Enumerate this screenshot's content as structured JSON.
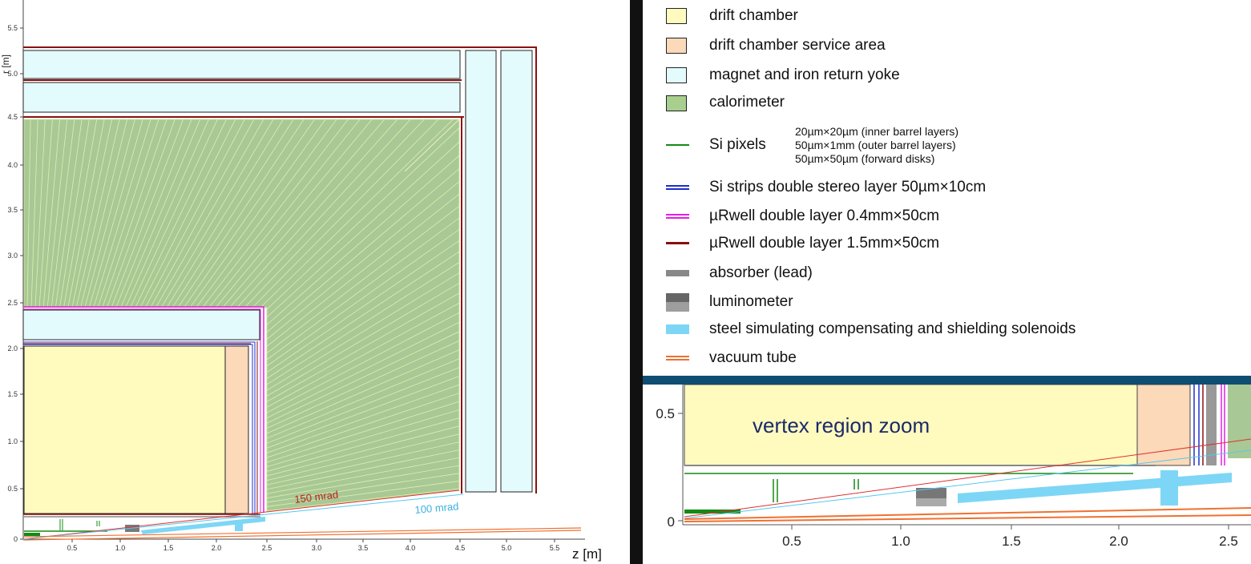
{
  "main_diagram": {
    "y_axis_label": "r [m]",
    "x_axis_label": "z [m]",
    "y_ticks": [
      "5.5",
      "5.0",
      "4.5",
      "4.0",
      "3.5",
      "3.0",
      "2.5",
      "2.0",
      "1.5",
      "1.0",
      "0.5",
      "0"
    ],
    "x_ticks": [
      "0.5",
      "1.0",
      "1.5",
      "2.0",
      "2.5",
      "3.0",
      "3.5",
      "4.0",
      "4.5",
      "5.0",
      "5.5"
    ],
    "annotation_150": "150 mrad",
    "annotation_100": "100 mrad"
  },
  "legend": {
    "items": [
      {
        "label": "drift chamber",
        "swatch": "box",
        "color": "#fffbbf"
      },
      {
        "label": "drift chamber service area",
        "swatch": "box",
        "color": "#fbd9b9"
      },
      {
        "label": "magnet and iron return yoke",
        "swatch": "box",
        "color": "#e4fbfd"
      },
      {
        "label": "calorimeter",
        "swatch": "box",
        "color": "#a8cf8e"
      },
      {
        "label": "Si pixels",
        "swatch": "line",
        "color": "#138a13"
      },
      {
        "label": "Si strips double stereo layer 50µm×10cm",
        "swatch": "doubleline",
        "color": "#1f2ecc"
      },
      {
        "label": "µRwell double layer 0.4mm×50cm",
        "swatch": "doubleline",
        "color": "#e61ee6"
      },
      {
        "label": "µRwell double layer 1.5mm×50cm",
        "swatch": "thickline",
        "color": "#8a0e0e"
      },
      {
        "label": "absorber  (lead)",
        "swatch": "grey",
        "color": "#888888"
      },
      {
        "label": "luminometer",
        "swatch": "lumi",
        "color": "#777777"
      },
      {
        "label": "steel simulating compensating and shielding solenoids",
        "swatch": "steel",
        "color": "#7dd6f5"
      },
      {
        "label": "vacuum tube",
        "swatch": "doubleline",
        "color": "#f07030"
      }
    ],
    "pixel_notes": [
      "20µm×20µm (inner barrel layers)",
      "50µm×1mm (outer barrel layers)",
      "50µm×50µm (forward disks)"
    ]
  },
  "zoom": {
    "title": "vertex region zoom",
    "y_ticks": [
      "0.5",
      "0"
    ],
    "x_ticks": [
      "0.5",
      "1.0",
      "1.5",
      "2.0",
      "2.5"
    ]
  }
}
